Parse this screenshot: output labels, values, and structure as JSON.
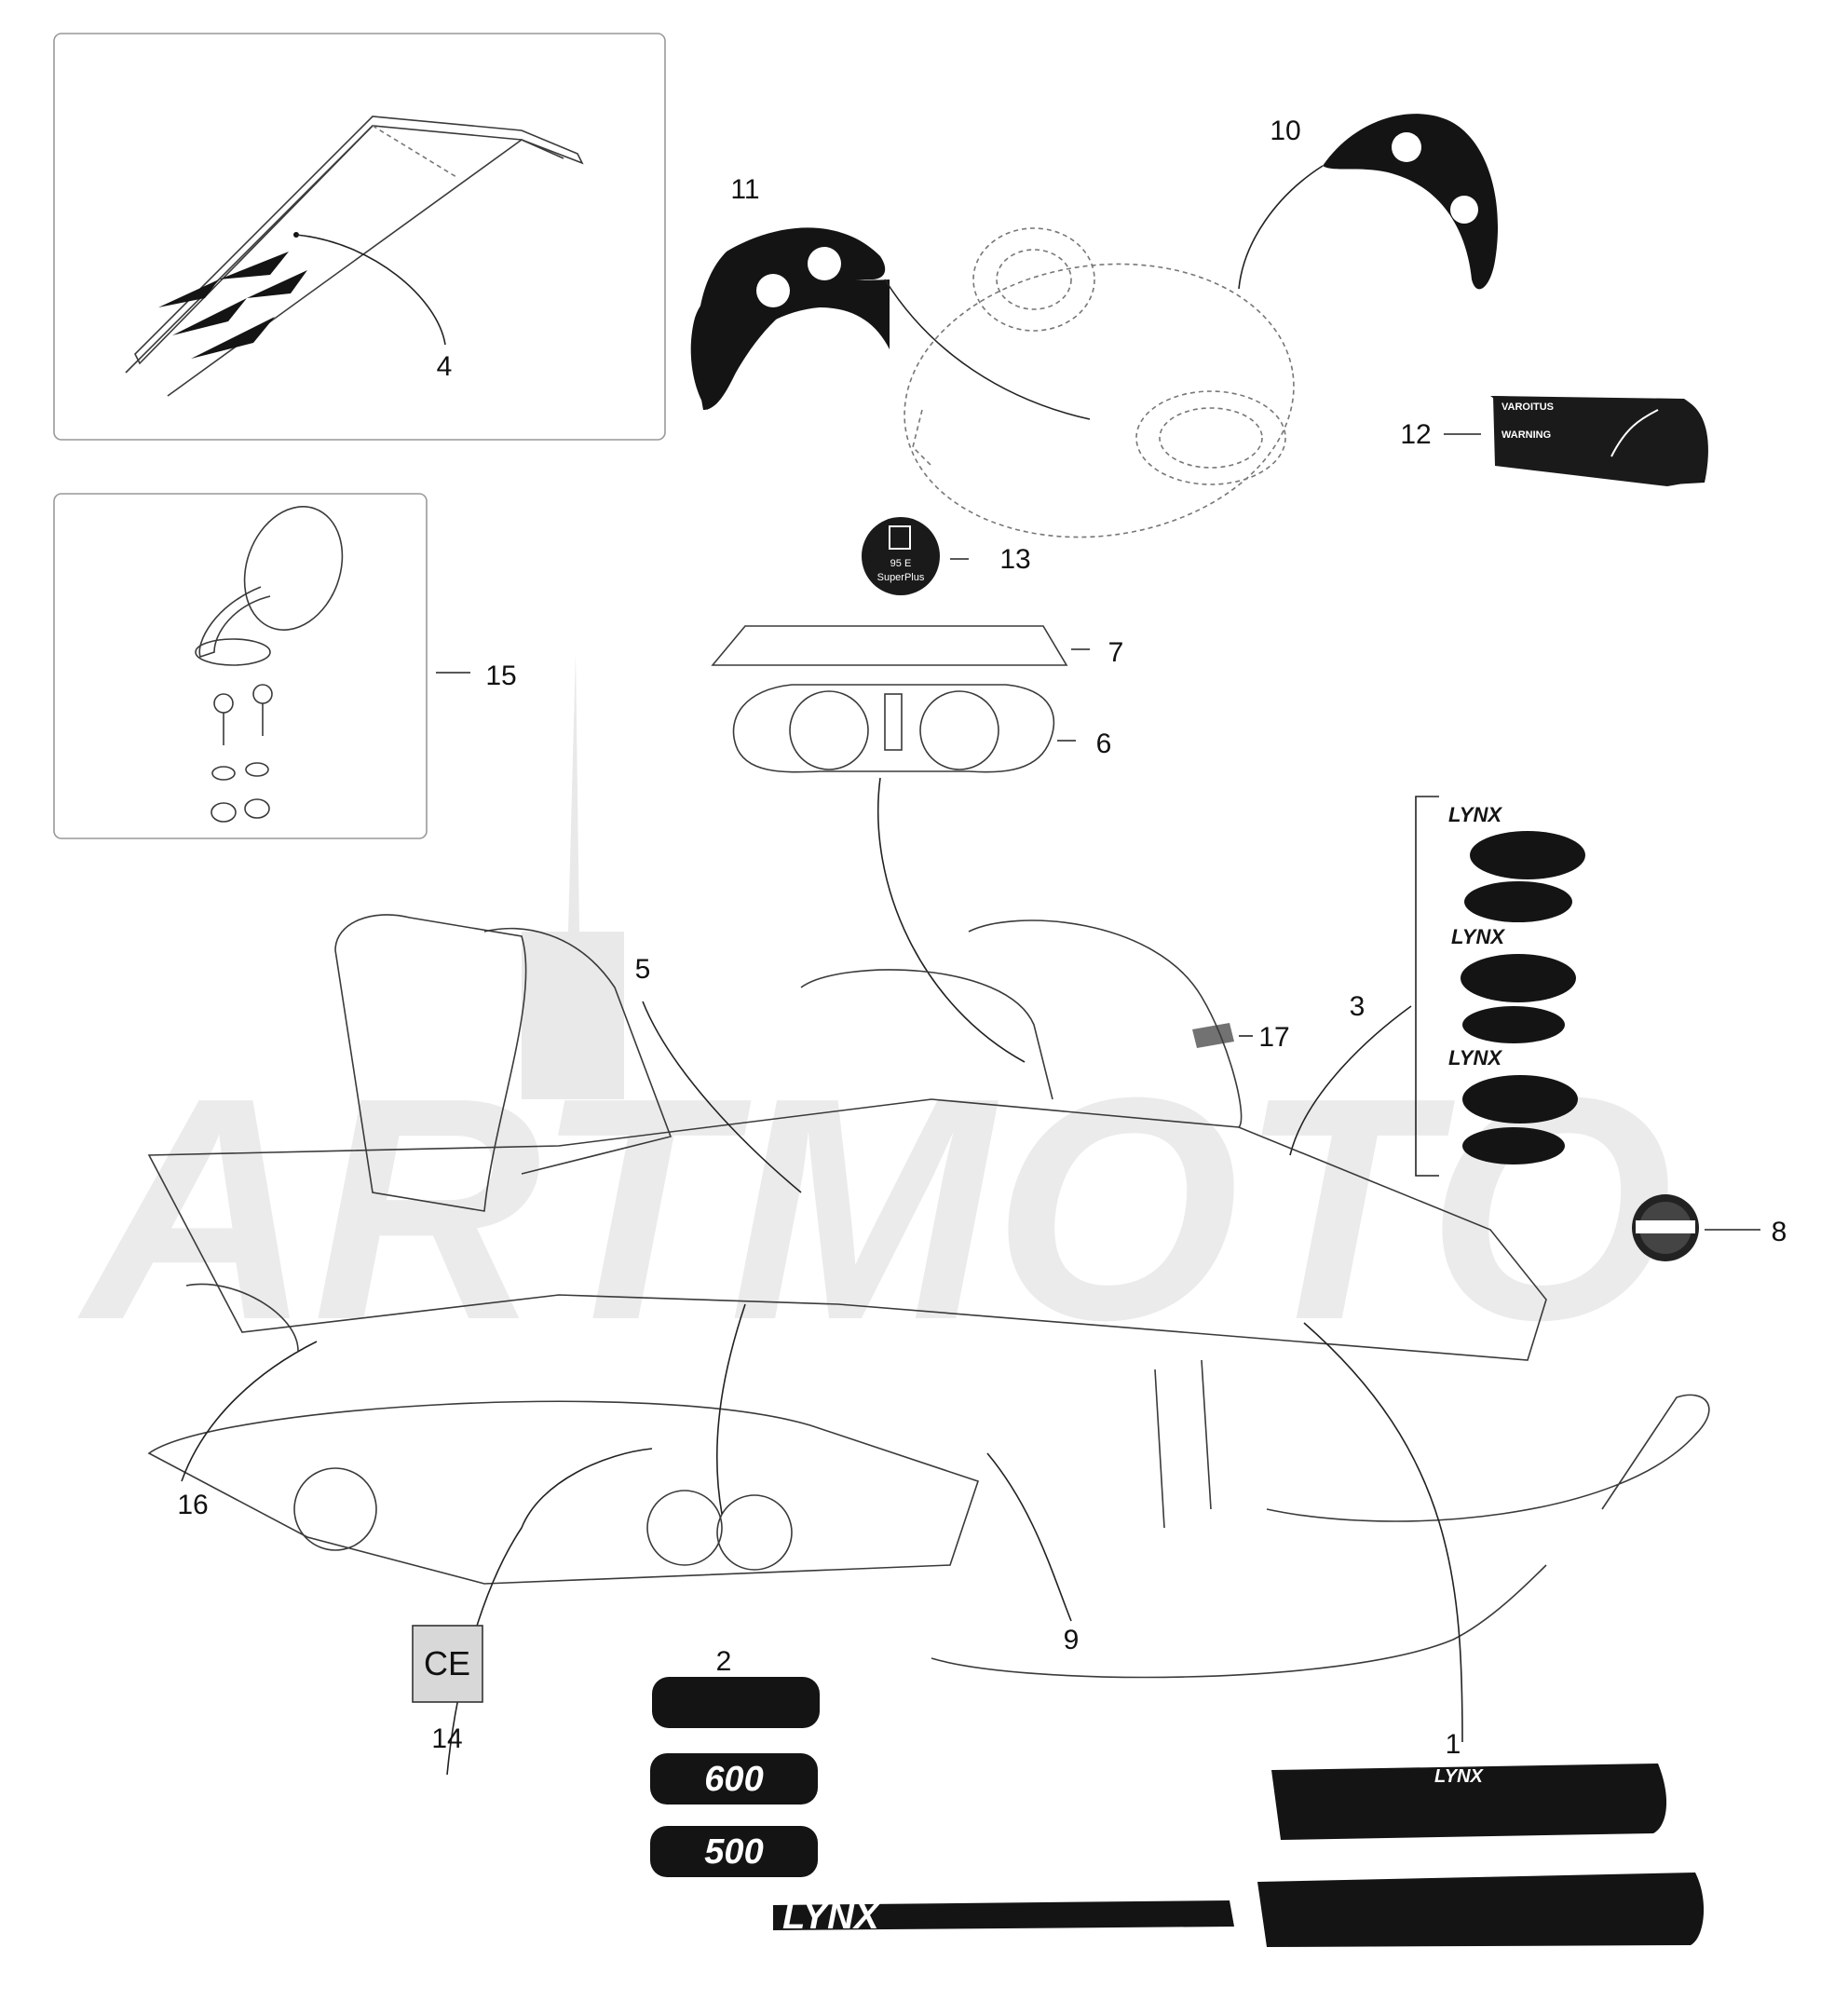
{
  "diagram": {
    "callouts": [
      {
        "id": "c1",
        "label": "1"
      },
      {
        "id": "c2",
        "label": "2"
      },
      {
        "id": "c3",
        "label": "3"
      },
      {
        "id": "c4",
        "label": "4"
      },
      {
        "id": "c5",
        "label": "5"
      },
      {
        "id": "c6",
        "label": "6"
      },
      {
        "id": "c7",
        "label": "7"
      },
      {
        "id": "c8",
        "label": "8"
      },
      {
        "id": "c9",
        "label": "9"
      },
      {
        "id": "c10",
        "label": "10"
      },
      {
        "id": "c11",
        "label": "11"
      },
      {
        "id": "c12",
        "label": "12"
      },
      {
        "id": "c13",
        "label": "13"
      },
      {
        "id": "c14",
        "label": "14"
      },
      {
        "id": "c15",
        "label": "15"
      },
      {
        "id": "c16",
        "label": "16"
      },
      {
        "id": "c17",
        "label": "17"
      }
    ],
    "decal_text": {
      "fuel_top": "95 E",
      "fuel_bottom": "SuperPlus",
      "ce_mark": "CE",
      "warning_title": "VAROITUS",
      "warning_subtitle": "WARNING",
      "lynx": "LYNX",
      "model_600": "600",
      "model_500": "500"
    },
    "watermark": "ARTMOTO"
  }
}
